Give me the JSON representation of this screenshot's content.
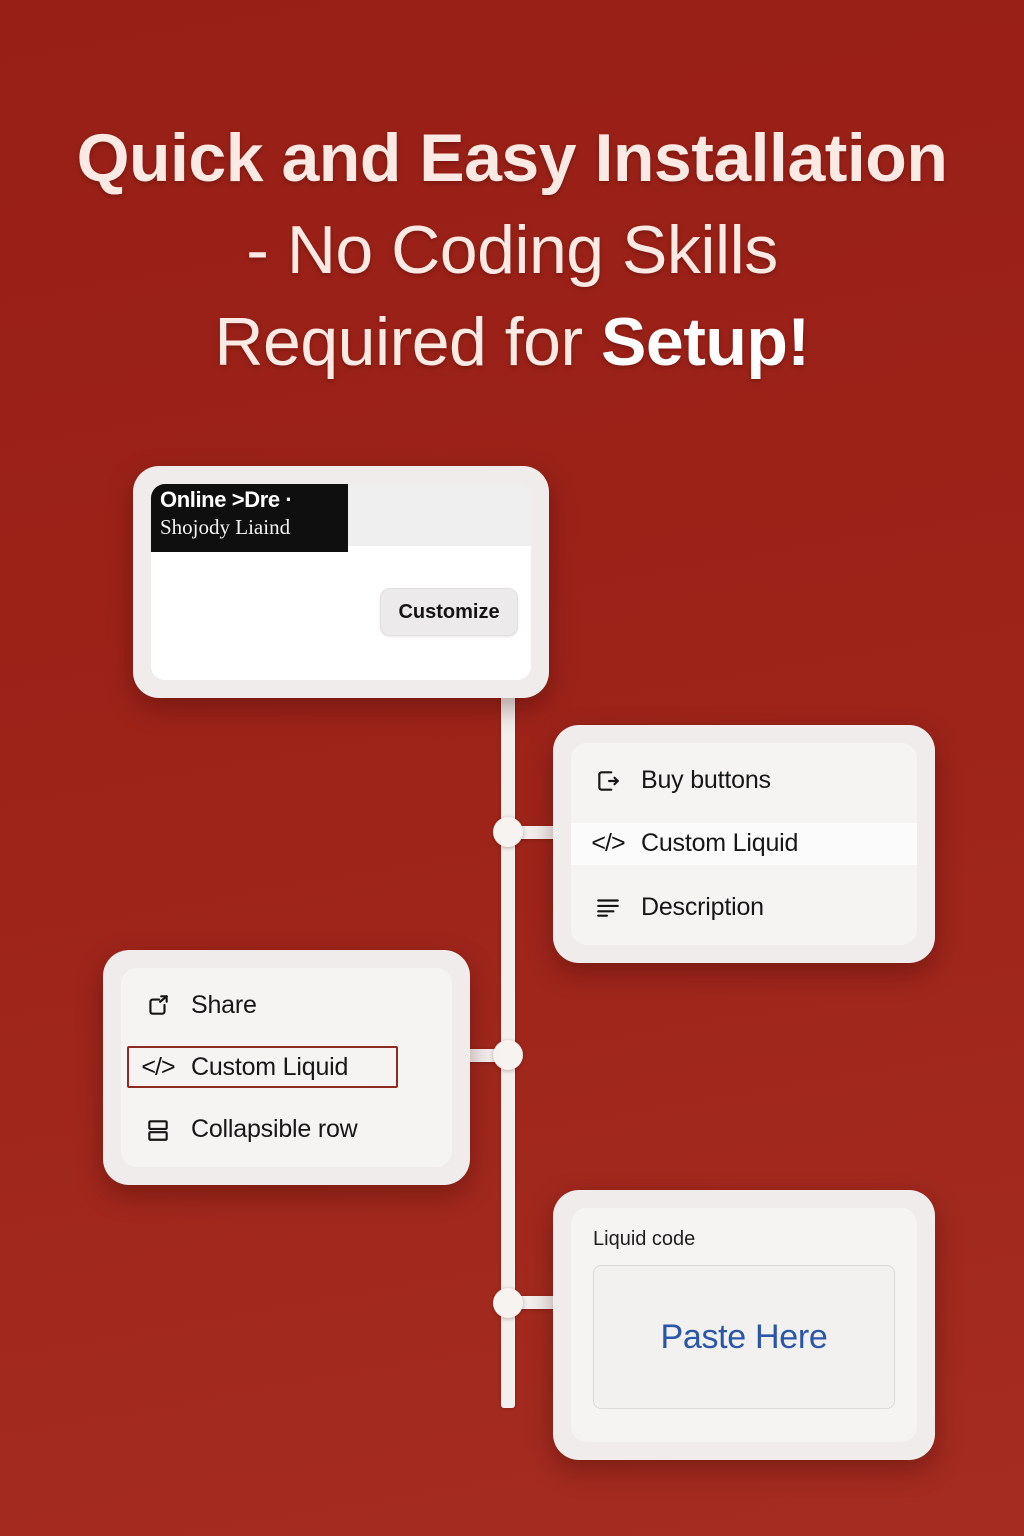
{
  "theme": {
    "background_color": "#9c2319",
    "card_color": "#efeceb",
    "highlight_border_color": "#8f2a22",
    "paste_text_color": "#2a56a8",
    "heading_color": "#fbe9e4"
  },
  "heading": {
    "line1": "Quick and Easy Installation",
    "line2": "- No Coding Skills",
    "line3_prefix": "Required for ",
    "line3_strong": "Setup!"
  },
  "browser_card": {
    "dark_band_line1": "Online >Dre ·",
    "dark_band_line2": "Shojody Liaind",
    "customize_label": "Customize"
  },
  "menu_right": {
    "items": [
      {
        "label": "Buy buttons",
        "icon": "buy-button-icon"
      },
      {
        "label": "Custom Liquid",
        "icon": "code-icon"
      },
      {
        "label": "Description",
        "icon": "description-lines-icon"
      }
    ]
  },
  "menu_left": {
    "items": [
      {
        "label": "Share",
        "icon": "share-icon"
      },
      {
        "label": "Custom Liquid",
        "icon": "code-icon"
      },
      {
        "label": "Collapsible row",
        "icon": "collapsible-row-icon"
      }
    ]
  },
  "liquid_card": {
    "field_label": "Liquid code",
    "textarea_placeholder": "Paste Here"
  }
}
